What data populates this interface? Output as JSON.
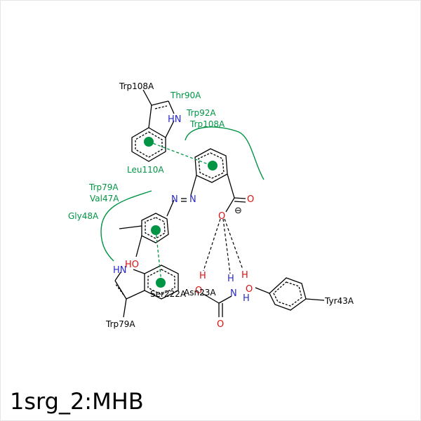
{
  "caption": "1srg_2:MHB",
  "residues": {
    "trp108_top": "Trp108A",
    "thr90": "Thr90A",
    "trp92": "Trp92A",
    "trp108_hyd": "Trp108A",
    "leu110": "Leu110A",
    "trp79_hyd": "Trp79A",
    "val47": "Val47A",
    "gly48": "Gly48A",
    "ser222": "Ser222A",
    "asn23": "Asn23A",
    "tyr43": "Tyr43A",
    "trp79_bottom": "Trp79A"
  },
  "atoms": {
    "n_indole_top": "HN",
    "n_indole_bottom": "HN",
    "azo_n1": "N",
    "azo_n2": "N",
    "o_carbonyl": "O",
    "o_carboxylate": "O",
    "charge": "⊖",
    "hydroxyl": "HO",
    "h_ser": "H",
    "o_ser": "O",
    "h_asn": "H",
    "n_asn": "N",
    "h_asn2": "H",
    "o_asn": "O",
    "h_tyr": "H",
    "o_tyr": "O"
  },
  "colors": {
    "bond": "#000000",
    "hydrophobic": "#009545",
    "nitrogen": "#2a2ac8",
    "oxygen": "#e01010",
    "pi_center": "#009545"
  }
}
